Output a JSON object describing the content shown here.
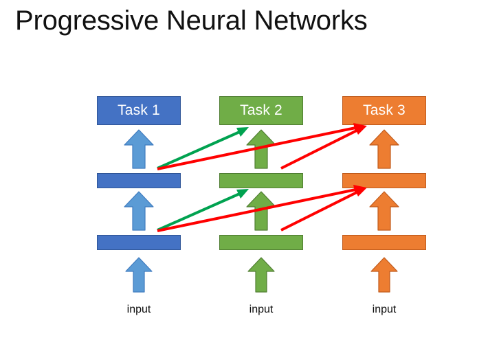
{
  "slide": {
    "title": "Progressive Neural Networks",
    "background": "#ffffff",
    "title_color": "#111111"
  },
  "palette": {
    "blue_box_fill": "#4472C4",
    "blue_box_border": "#2F5597",
    "blue_arrow_fill": "#5B9BD5",
    "blue_arrow_border": "#3F7BBF",
    "green_box_fill": "#70AD47",
    "green_box_border": "#507E32",
    "green_arrow_fill": "#70AD47",
    "green_arrow_border": "#507E32",
    "orange_box_fill": "#ED7D31",
    "orange_box_border": "#C05A1B",
    "orange_arrow_fill": "#ED7D31",
    "orange_arrow_border": "#C05A1B",
    "lateral_green": "#00A250",
    "lateral_red": "#FF0000",
    "task_label_color": "#ffffff",
    "input_label_color": "#0d0d0d"
  },
  "columns": [
    {
      "id": "task1",
      "task_label": "Task 1",
      "input_label": "input",
      "box_fill": "#4472C4",
      "box_border": "#2F5597",
      "arrow_fill": "#5B9BD5",
      "arrow_border": "#3F7BBF",
      "bar_fill": "#4472C4",
      "bar_border": "#2F5597"
    },
    {
      "id": "task2",
      "task_label": "Task 2",
      "input_label": "input",
      "box_fill": "#70AD47",
      "box_border": "#507E32",
      "arrow_fill": "#70AD47",
      "arrow_border": "#507E32",
      "bar_fill": "#70AD47",
      "bar_border": "#507E32"
    },
    {
      "id": "task3",
      "task_label": "Task 3",
      "input_label": "input",
      "box_fill": "#ED7D31",
      "box_border": "#C05A1B",
      "arrow_fill": "#ED7D31",
      "arrow_border": "#C05A1B",
      "bar_fill": "#ED7D31",
      "bar_border": "#C05A1B"
    }
  ],
  "lateral_connections": [
    {
      "id": "green-upper",
      "from": "task1-layer2",
      "to": "task2-top",
      "color": "#00A250"
    },
    {
      "id": "red-upper-long",
      "from": "task1-layer2",
      "to": "task3-top",
      "color": "#FF0000"
    },
    {
      "id": "red-upper-short",
      "from": "task2-layer2",
      "to": "task3-top",
      "color": "#FF0000"
    },
    {
      "id": "green-lower",
      "from": "task1-layer1",
      "to": "task2-layer2",
      "color": "#00A250"
    },
    {
      "id": "red-lower-long",
      "from": "task1-layer1",
      "to": "task3-layer2",
      "color": "#FF0000"
    },
    {
      "id": "red-lower-short",
      "from": "task2-layer1",
      "to": "task3-layer2",
      "color": "#FF0000"
    }
  ]
}
